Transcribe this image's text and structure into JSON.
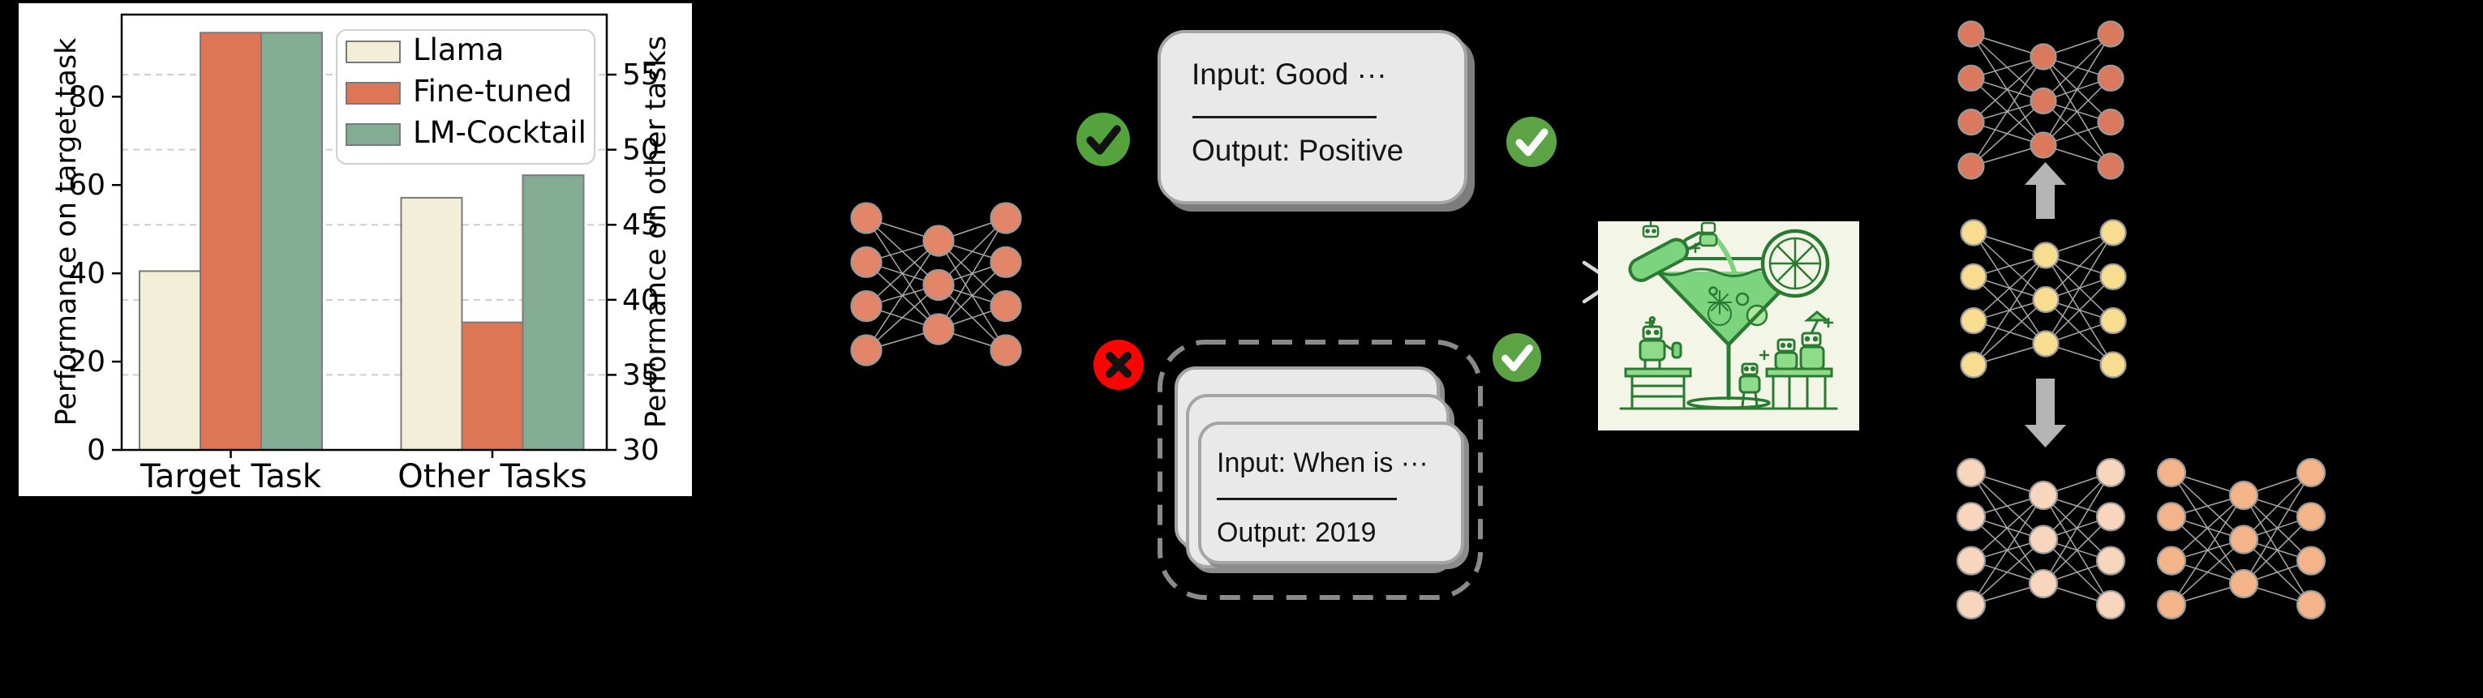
{
  "figure": {
    "background": "#000000"
  },
  "chart_data": {
    "type": "bar",
    "title": "",
    "categories": [
      "Target Task",
      "Other Tasks"
    ],
    "series": [
      {
        "name": "Llama",
        "color": "#f2eed8",
        "values": [
          40.5,
          46.8
        ]
      },
      {
        "name": "Fine-tuned",
        "color": "#dd7557",
        "values": [
          94.5,
          38.5
        ]
      },
      {
        "name": "LM-Cocktail",
        "color": "#84ac95",
        "values": [
          94.5,
          48.3
        ]
      }
    ],
    "category_axis": [
      "left",
      "right"
    ],
    "left_axis": {
      "label": "Performance on target task",
      "ticks": [
        0,
        20,
        40,
        60,
        80
      ],
      "lim": [
        0,
        98.6
      ]
    },
    "right_axis": {
      "label": "Performance on other tasks",
      "ticks": [
        30,
        35,
        40,
        45,
        50,
        55
      ],
      "lim": [
        30,
        59
      ]
    },
    "grid": {
      "dashed_at_right_ticks": [
        35,
        40,
        45,
        50,
        55
      ],
      "color": "#cdcdcd"
    },
    "legend": {
      "position": "upper right",
      "entries": [
        "Llama",
        "Fine-tuned",
        "LM-Cocktail"
      ]
    },
    "panel_background": "#ffffff",
    "frame_color": "#000000",
    "bar_edge_color": "#7a7a7a"
  },
  "diagram": {
    "model_card_top": {
      "input_line": "Input: Good ···",
      "output_line": "Output: Positive"
    },
    "model_card_stack": {
      "input_line": "Input: When is ···",
      "output_line": "Output: 2019"
    },
    "marks": [
      {
        "name": "check-icon-target-left",
        "kind": "check",
        "circle_color": "#55a33c",
        "mark_color": "#121212"
      },
      {
        "name": "check-icon-target-right",
        "kind": "check",
        "circle_color": "#5ba344",
        "mark_color": "#ffffff"
      },
      {
        "name": "cross-icon-other-left",
        "kind": "cross",
        "circle_color": "#fa0400",
        "mark_color": "#121212"
      },
      {
        "name": "check-icon-other-right",
        "kind": "check",
        "circle_color": "#5ba344",
        "mark_color": "#ffffff"
      }
    ],
    "networks": [
      {
        "name": "fine-tuned-model-network",
        "layers": [
          4,
          3,
          4
        ],
        "node_color": "#e28568",
        "edge_color": "#a8a8a8"
      },
      {
        "name": "merged-model-network",
        "layers": [
          4,
          3,
          4
        ],
        "node_color": "#db795e",
        "edge_color": "#a8a8a8"
      },
      {
        "name": "base-model-network",
        "layers": [
          4,
          3,
          4
        ],
        "node_color": "#f8dc8f",
        "edge_color": "#a8a8a8"
      },
      {
        "name": "peer-model-network-1",
        "layers": [
          4,
          3,
          4
        ],
        "node_color": "#f8d5bd",
        "edge_color": "#a8a8a8"
      },
      {
        "name": "peer-model-network-2",
        "layers": [
          4,
          3,
          4
        ],
        "node_color": "#f2b488",
        "edge_color": "#a8a8a8"
      }
    ],
    "arrows": {
      "merge_arrow_color": "#b5b5b5",
      "flow_chevron_color": "#d9d9d9"
    },
    "cocktail": {
      "background": "#f3f5e6",
      "line_color": "#2b7a33",
      "drink_color": "#7dd47f"
    }
  }
}
